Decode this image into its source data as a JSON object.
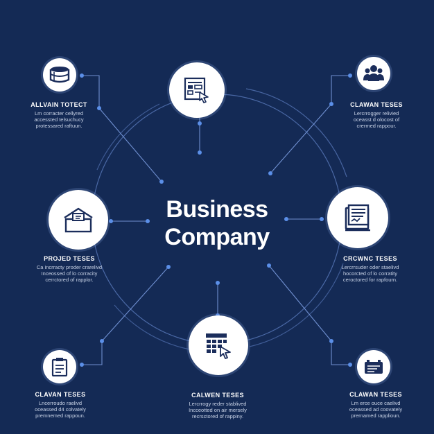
{
  "center": {
    "line1": "Business",
    "line2": "Company"
  },
  "colors": {
    "background": "#142a55",
    "line": "#6f8fd0",
    "dot": "#5b8fe8",
    "icon": "#1b2d5b"
  },
  "nodes": [
    {
      "id": "top",
      "icon": "document-cursor-icon"
    },
    {
      "id": "left",
      "icon": "house-icon"
    },
    {
      "id": "right",
      "icon": "document-stack-icon"
    },
    {
      "id": "bottom",
      "icon": "calendar-cursor-icon"
    },
    {
      "id": "top-left",
      "icon": "database-icon"
    },
    {
      "id": "top-right",
      "icon": "people-icon"
    },
    {
      "id": "bottom-left",
      "icon": "clipboard-icon"
    },
    {
      "id": "bottom-right",
      "icon": "chart-card-icon"
    }
  ],
  "labels": {
    "top_left": {
      "title": "ALLVAIN TOTECT",
      "body": "Lm corracter cellyred\naccessted telsuchucy\nprotessared raftuun."
    },
    "top_right": {
      "title": "CLAWAN TESES",
      "body": "Lercrrogger relivied\noceasst d olocost of\ncrermed rappour."
    },
    "left": {
      "title": "PROJED TESES",
      "body": "Ca incrracty proder crarelivd\nInceossed of lo corracity\ncerrctored of rapplor."
    },
    "right": {
      "title": "CRCWNC TESES",
      "body": "Lercrrsuder oder staelivd\nhocorcted of lo corratity\nceroctored for rapfourn."
    },
    "bottom_left": {
      "title": "CLAVAN TESES",
      "body": "Lncerroudo raelivd\noceassed d4 colvately\npremnemed rappoun."
    },
    "bottom": {
      "title": "CALWEN TESES",
      "body": "Lercrrogy reder stablived\nIncceotted on air mersely\nrecrsctored of rappiny."
    },
    "bottom_right": {
      "title": "CLAWAN TESES",
      "body": "Lm erce ouce caelivd\noceassed ad coovately\nprernamed rapplioun."
    }
  }
}
